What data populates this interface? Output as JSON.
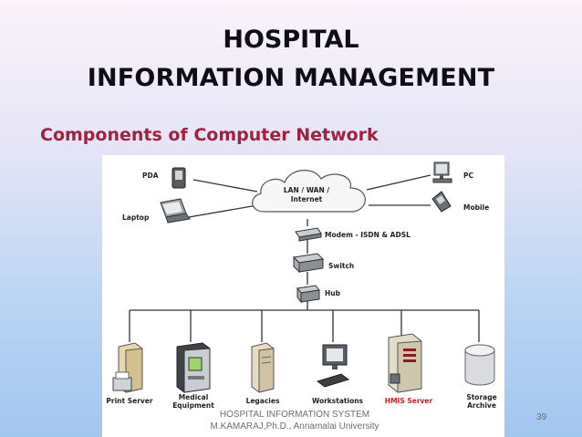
{
  "slide": {
    "title_line1": "HOSPITAL",
    "title_line2": "INFORMATION MANAGEMENT",
    "subtitle": "Components of Computer Network",
    "footer_line1": "HOSPITAL INFORMATION SYSTEM",
    "footer_line2": "M.KAMARAJ,Ph.D., Annamalai University",
    "page_number": "39"
  },
  "diagram": {
    "cloud_line1": "LAN / WAN /",
    "cloud_line2": "Internet",
    "left_devices": [
      "PDA",
      "Laptop"
    ],
    "right_devices": [
      "PC",
      "Mobile"
    ],
    "chain": [
      "Modem - ISDN & ADSL",
      "Switch",
      "Hub"
    ],
    "bottom_devices": [
      {
        "line1": "Print Server",
        "line2": ""
      },
      {
        "line1": "Medical",
        "line2": "Equipment"
      },
      {
        "line1": "Legacies",
        "line2": ""
      },
      {
        "line1": "Workstations",
        "line2": ""
      },
      {
        "line1": "HMIS Server",
        "line2": ""
      },
      {
        "line1": "Storage",
        "line2": "Archive"
      }
    ],
    "highlight_color": "#cc2020"
  }
}
